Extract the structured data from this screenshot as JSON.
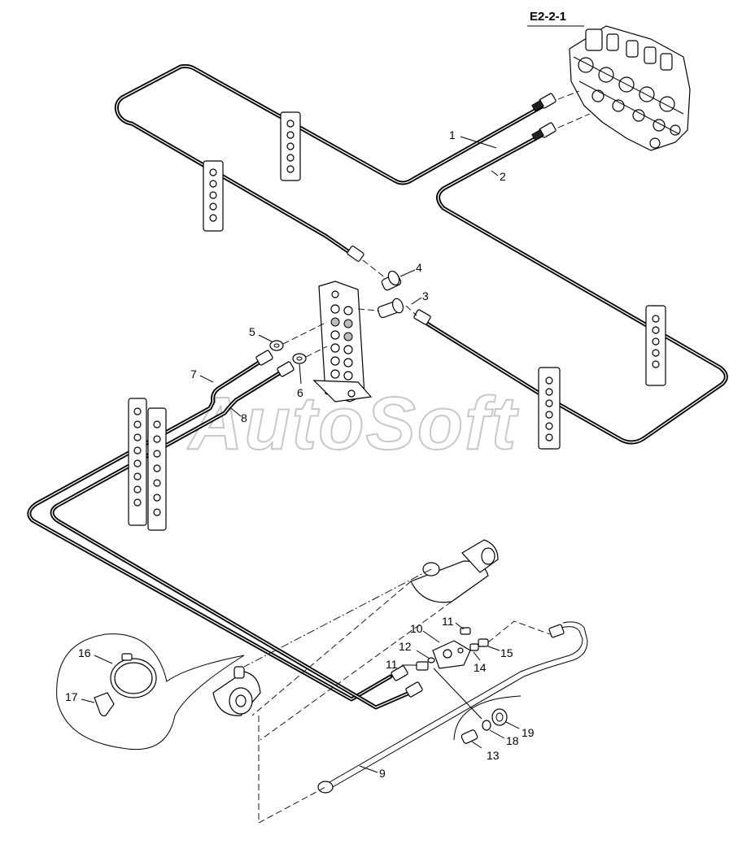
{
  "reference_label": "E2-2-1",
  "watermark": "AutoSoft",
  "callouts": [
    "1",
    "2",
    "3",
    "4",
    "5",
    "6",
    "7",
    "8",
    "9",
    "10",
    "11",
    "11",
    "12",
    "13",
    "14",
    "15",
    "16",
    "17",
    "18",
    "19"
  ]
}
